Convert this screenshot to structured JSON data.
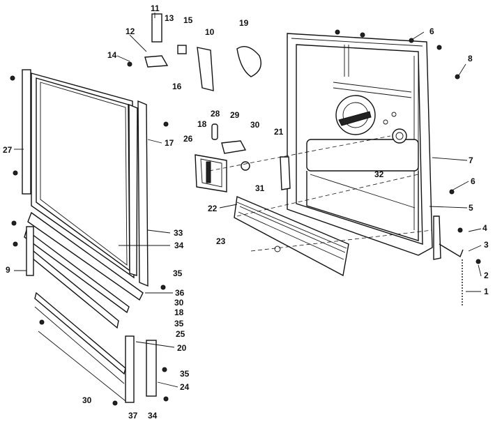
{
  "callouts": [
    {
      "id": "c11",
      "text": "11"
    },
    {
      "id": "c13",
      "text": "13"
    },
    {
      "id": "c15",
      "text": "15"
    },
    {
      "id": "c10",
      "text": "10"
    },
    {
      "id": "c19",
      "text": "19"
    },
    {
      "id": "c12",
      "text": "12"
    },
    {
      "id": "c14",
      "text": "14"
    },
    {
      "id": "c16",
      "text": "16"
    },
    {
      "id": "c6a",
      "text": "6"
    },
    {
      "id": "c8",
      "text": "8"
    },
    {
      "id": "c27",
      "text": "27"
    },
    {
      "id": "c17",
      "text": "17"
    },
    {
      "id": "c28",
      "text": "28"
    },
    {
      "id": "c29",
      "text": "29"
    },
    {
      "id": "c18a",
      "text": "18"
    },
    {
      "id": "c30a",
      "text": "30"
    },
    {
      "id": "c26",
      "text": "26"
    },
    {
      "id": "c21",
      "text": "21"
    },
    {
      "id": "c7",
      "text": "7"
    },
    {
      "id": "c32",
      "text": "32"
    },
    {
      "id": "c31",
      "text": "31"
    },
    {
      "id": "c6b",
      "text": "6"
    },
    {
      "id": "c22",
      "text": "22"
    },
    {
      "id": "c5",
      "text": "5"
    },
    {
      "id": "c23",
      "text": "23"
    },
    {
      "id": "c4",
      "text": "4"
    },
    {
      "id": "c33",
      "text": "33"
    },
    {
      "id": "c34a",
      "text": "34"
    },
    {
      "id": "c3",
      "text": "3"
    },
    {
      "id": "c9",
      "text": "9"
    },
    {
      "id": "c2",
      "text": "2"
    },
    {
      "id": "c35a",
      "text": "35"
    },
    {
      "id": "c1",
      "text": "1"
    },
    {
      "id": "c36",
      "text": "36"
    },
    {
      "id": "c30b",
      "text": "30"
    },
    {
      "id": "c18b",
      "text": "18"
    },
    {
      "id": "c35b",
      "text": "35"
    },
    {
      "id": "c25",
      "text": "25"
    },
    {
      "id": "c20",
      "text": "20"
    },
    {
      "id": "c35c",
      "text": "35"
    },
    {
      "id": "c24",
      "text": "24"
    },
    {
      "id": "c30c",
      "text": "30"
    },
    {
      "id": "c37",
      "text": "37"
    },
    {
      "id": "c34b",
      "text": "34"
    }
  ]
}
